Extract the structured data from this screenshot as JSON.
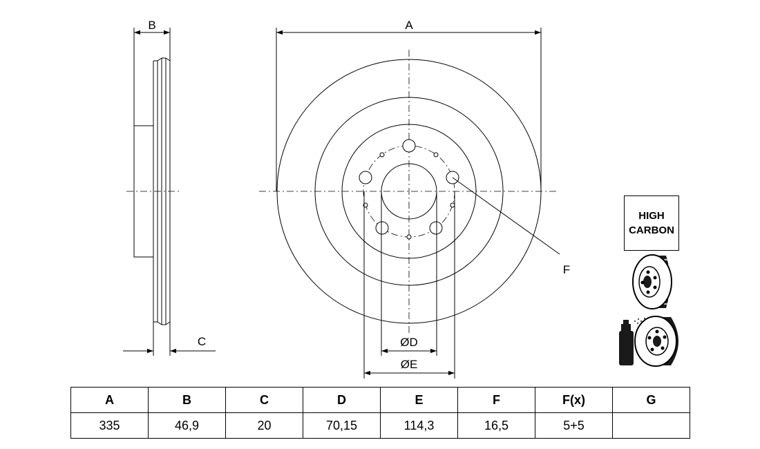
{
  "diagram": {
    "dimension_labels": {
      "a": "A",
      "b": "B",
      "c": "C",
      "d": "ØD",
      "e": "ØE",
      "f": "F"
    }
  },
  "badge": {
    "line1": "HIGH",
    "line2": "CARBON"
  },
  "icons": [
    "vented-disc-icon",
    "protective-coating-spray-icon"
  ],
  "specs_table": {
    "headers": [
      "A",
      "B",
      "C",
      "D",
      "E",
      "F",
      "F(x)",
      "G"
    ],
    "values": [
      "335",
      "46,9",
      "20",
      "70,15",
      "114,3",
      "16,5",
      "5+5",
      ""
    ]
  }
}
